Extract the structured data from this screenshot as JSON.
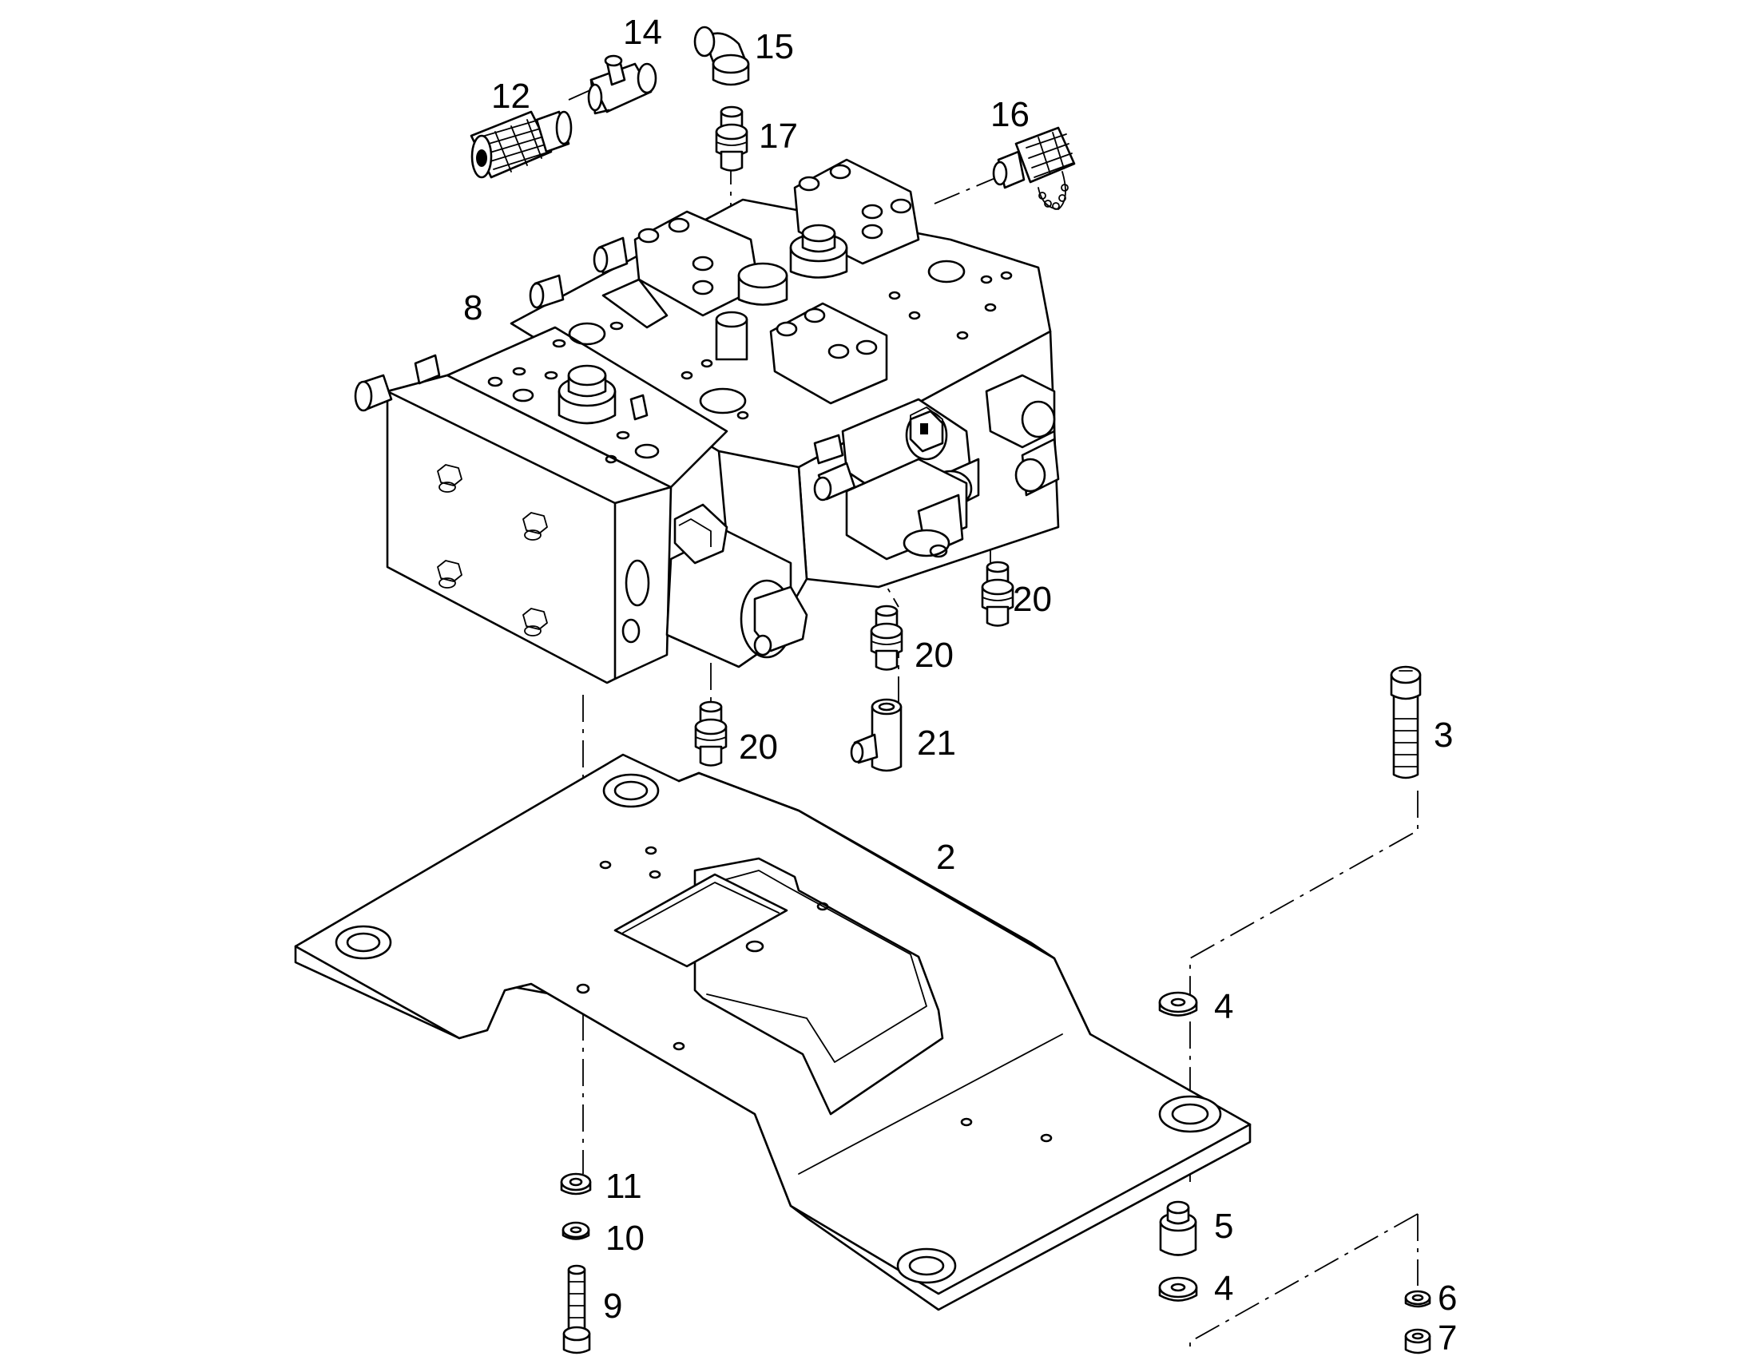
{
  "callouts": {
    "c2": "2",
    "c3": "3",
    "c4a": "4",
    "c4b": "4",
    "c5": "5",
    "c6": "6",
    "c7": "7",
    "c8": "8",
    "c9": "9",
    "c10": "10",
    "c11": "11",
    "c12": "12",
    "c14": "14",
    "c15": "15",
    "c16": "16",
    "c17": "17",
    "c20a": "20",
    "c20b": "20",
    "c20c": "20",
    "c21": "21"
  }
}
